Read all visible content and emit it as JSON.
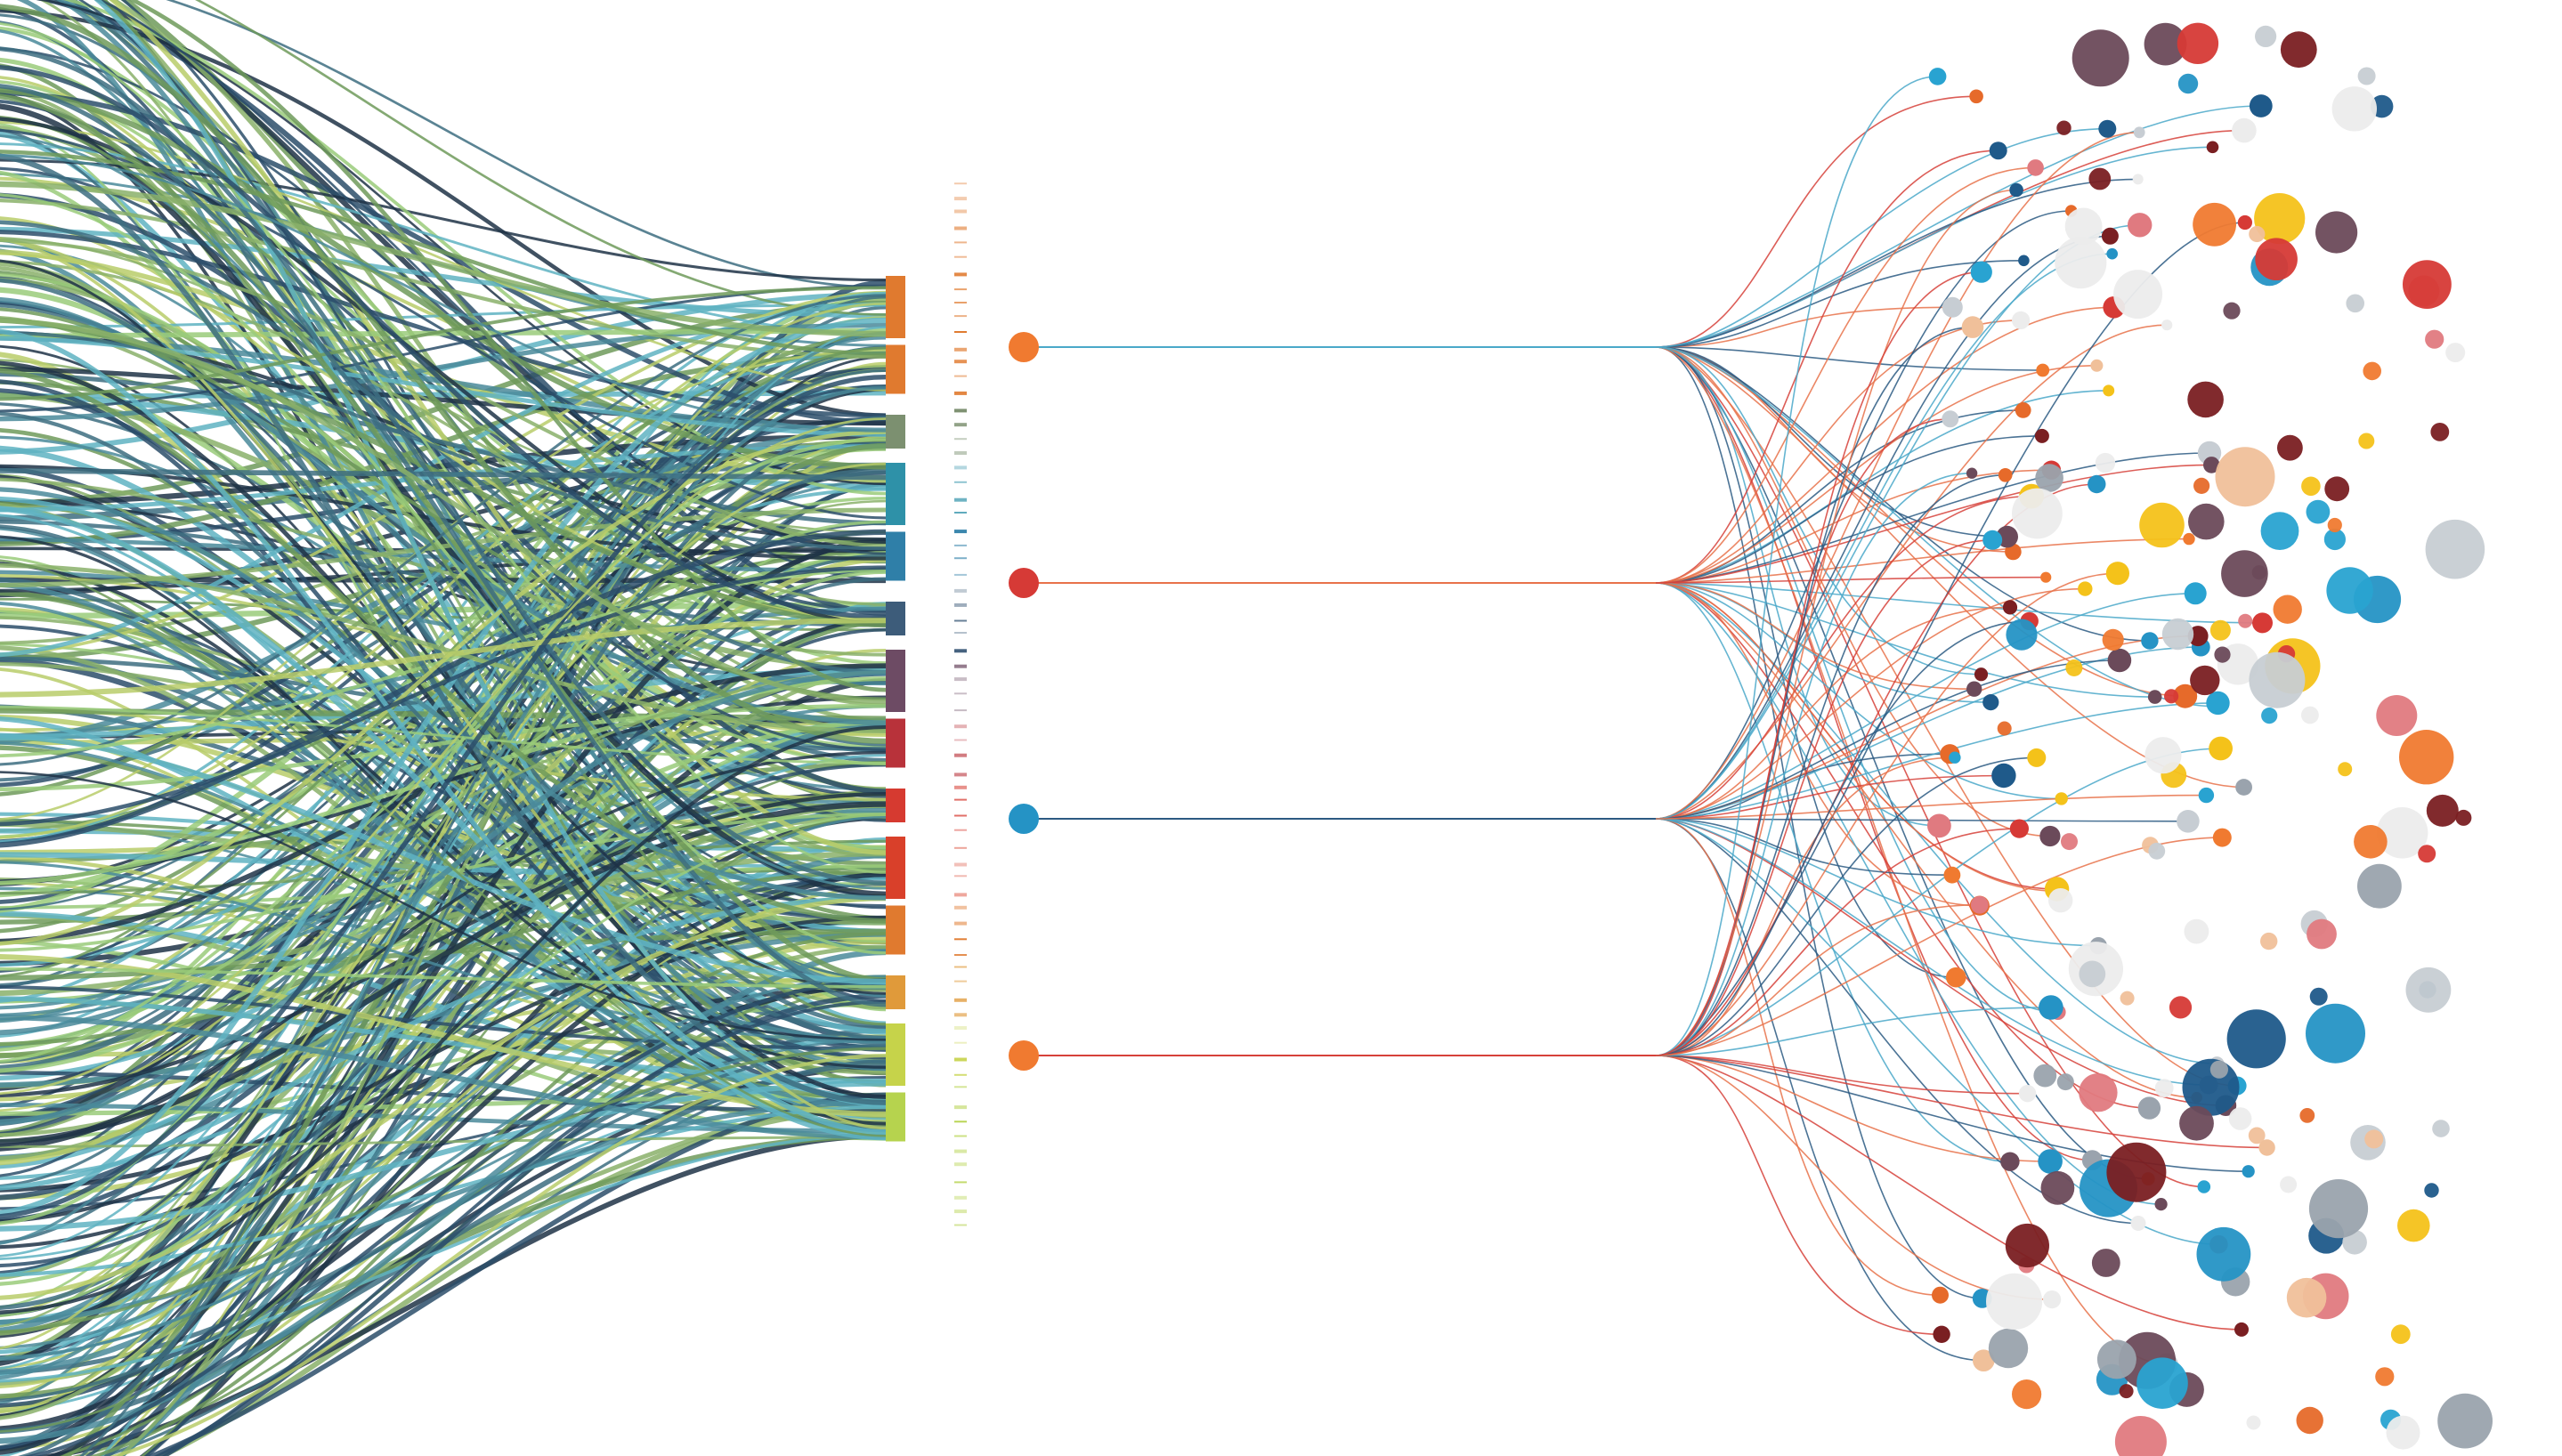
{
  "palette": {
    "strands": [
      "#4a8a9a",
      "#6f9a5a",
      "#2c4d6a",
      "#8ab06a",
      "#5fb3c2",
      "#b9cc6a",
      "#3d6d80",
      "#9acb7a",
      "#1f3346"
    ],
    "bars": [
      "#e07a2f",
      "#e07a2f",
      "#7c9070",
      "#2e91a8",
      "#2f7fa8",
      "#3d5c7a",
      "#6d4b64",
      "#b8323a",
      "#d63a30",
      "#d9402a",
      "#e07a2f",
      "#e09a3a",
      "#c6d34a",
      "#b6d34e"
    ],
    "hubs": [
      "#f07a30",
      "#d63a36",
      "#2593c5",
      "#f07a30"
    ],
    "bubbles": [
      "#f07a30",
      "#d63a36",
      "#2593c5",
      "#1f5a8a",
      "#7a1f22",
      "#f4c21a",
      "#f0c09a",
      "#9aa3ad",
      "#e07a80",
      "#6b4a5a",
      "#c7cdd3",
      "#ececec",
      "#e66a2a",
      "#29a3d1"
    ]
  },
  "diagram": {
    "bar_count": 14,
    "hub_count": 4,
    "branches_per_hub": 26,
    "free_bubbles": 140
  }
}
